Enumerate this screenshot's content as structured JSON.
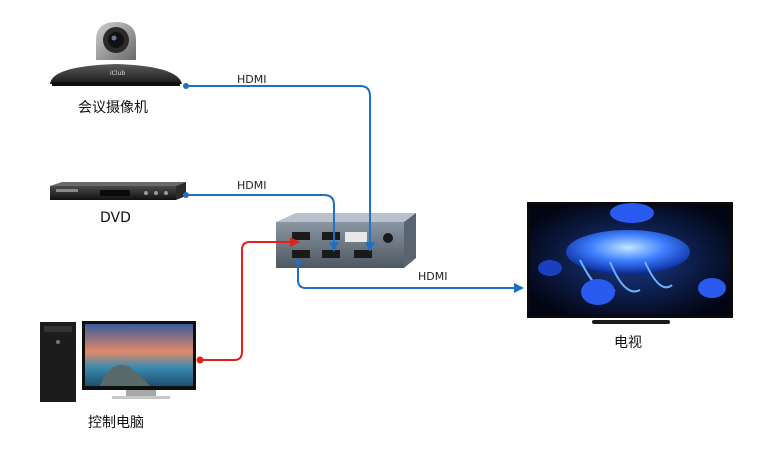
{
  "nodes": {
    "camera": {
      "label": "会议摄像机",
      "brand": "iClub"
    },
    "dvd": {
      "label": "DVD"
    },
    "pc": {
      "label": "控制电脑"
    },
    "tv": {
      "label": "电视"
    },
    "switcher": {
      "label": ""
    }
  },
  "edges": [
    {
      "from": "camera",
      "to": "switcher",
      "label": "HDMI",
      "color": "#1f6fc4"
    },
    {
      "from": "dvd",
      "to": "switcher",
      "label": "HDMI",
      "color": "#1f6fc4"
    },
    {
      "from": "switcher",
      "to": "tv",
      "label": "HDMI",
      "color": "#1f6fc4"
    },
    {
      "from": "pc",
      "to": "switcher",
      "label": "",
      "color": "#e0201b"
    }
  ],
  "colors": {
    "hdmi_cable": "#1f6fc4",
    "control_cable": "#e0201b"
  }
}
